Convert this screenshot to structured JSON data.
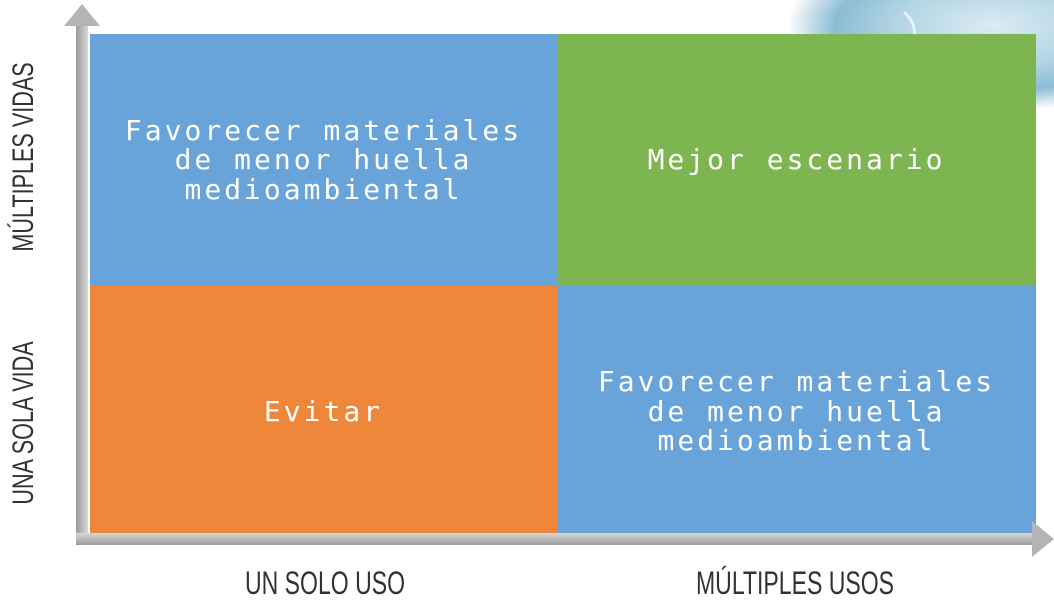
{
  "axes": {
    "y_top": "MÚLTIPLES VIDAS",
    "y_bottom": "UNA SOLA VIDA",
    "x_left": "UN SOLO USO",
    "x_right": "MÚLTIPLES USOS"
  },
  "quadrants": {
    "top_left": {
      "lines": [
        "Favorecer materiales",
        "de menor huella",
        "medioambiental"
      ],
      "color": "#68a3da"
    },
    "top_right": {
      "lines": [
        "Mejor escenario"
      ],
      "color": "#7db651"
    },
    "bottom_left": {
      "lines": [
        "Evitar"
      ],
      "color": "#ee873a"
    },
    "bottom_right": {
      "lines": [
        "Favorecer materiales",
        "de menor huella",
        "medioambiental"
      ],
      "color": "#68a3da"
    }
  },
  "decoration": {
    "top_right_image": "water-splash"
  }
}
